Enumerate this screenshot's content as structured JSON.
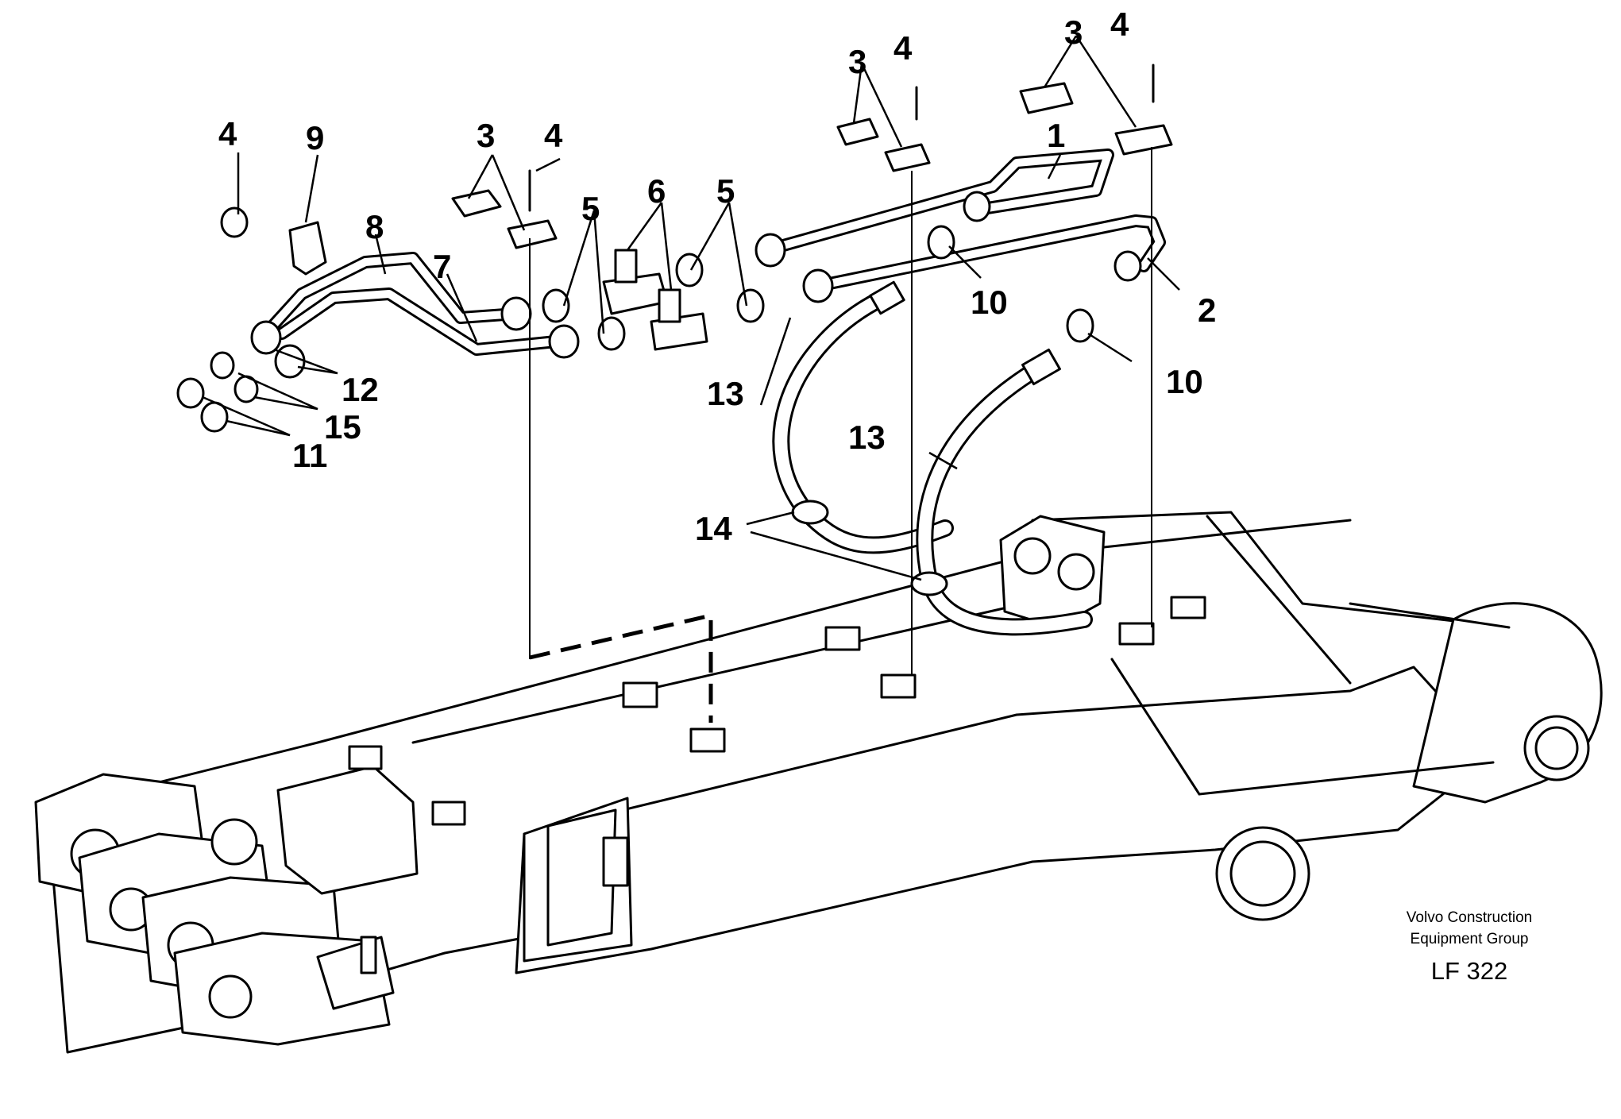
{
  "diagram": {
    "callouts": {
      "c1": "1",
      "c2": "2",
      "c3a": "3",
      "c3b": "3",
      "c3c": "3",
      "c4a": "4",
      "c4b": "4",
      "c4c": "4",
      "c4d": "4",
      "c5a": "5",
      "c5b": "5",
      "c6": "6",
      "c7": "7",
      "c8": "8",
      "c9": "9",
      "c10a": "10",
      "c10b": "10",
      "c11": "11",
      "c12": "12",
      "c13a": "13",
      "c13b": "13",
      "c14": "14",
      "c15": "15"
    }
  },
  "footer": {
    "company_line1": "Volvo Construction",
    "company_line2": "Equipment Group",
    "figure_code": "LF 322"
  }
}
